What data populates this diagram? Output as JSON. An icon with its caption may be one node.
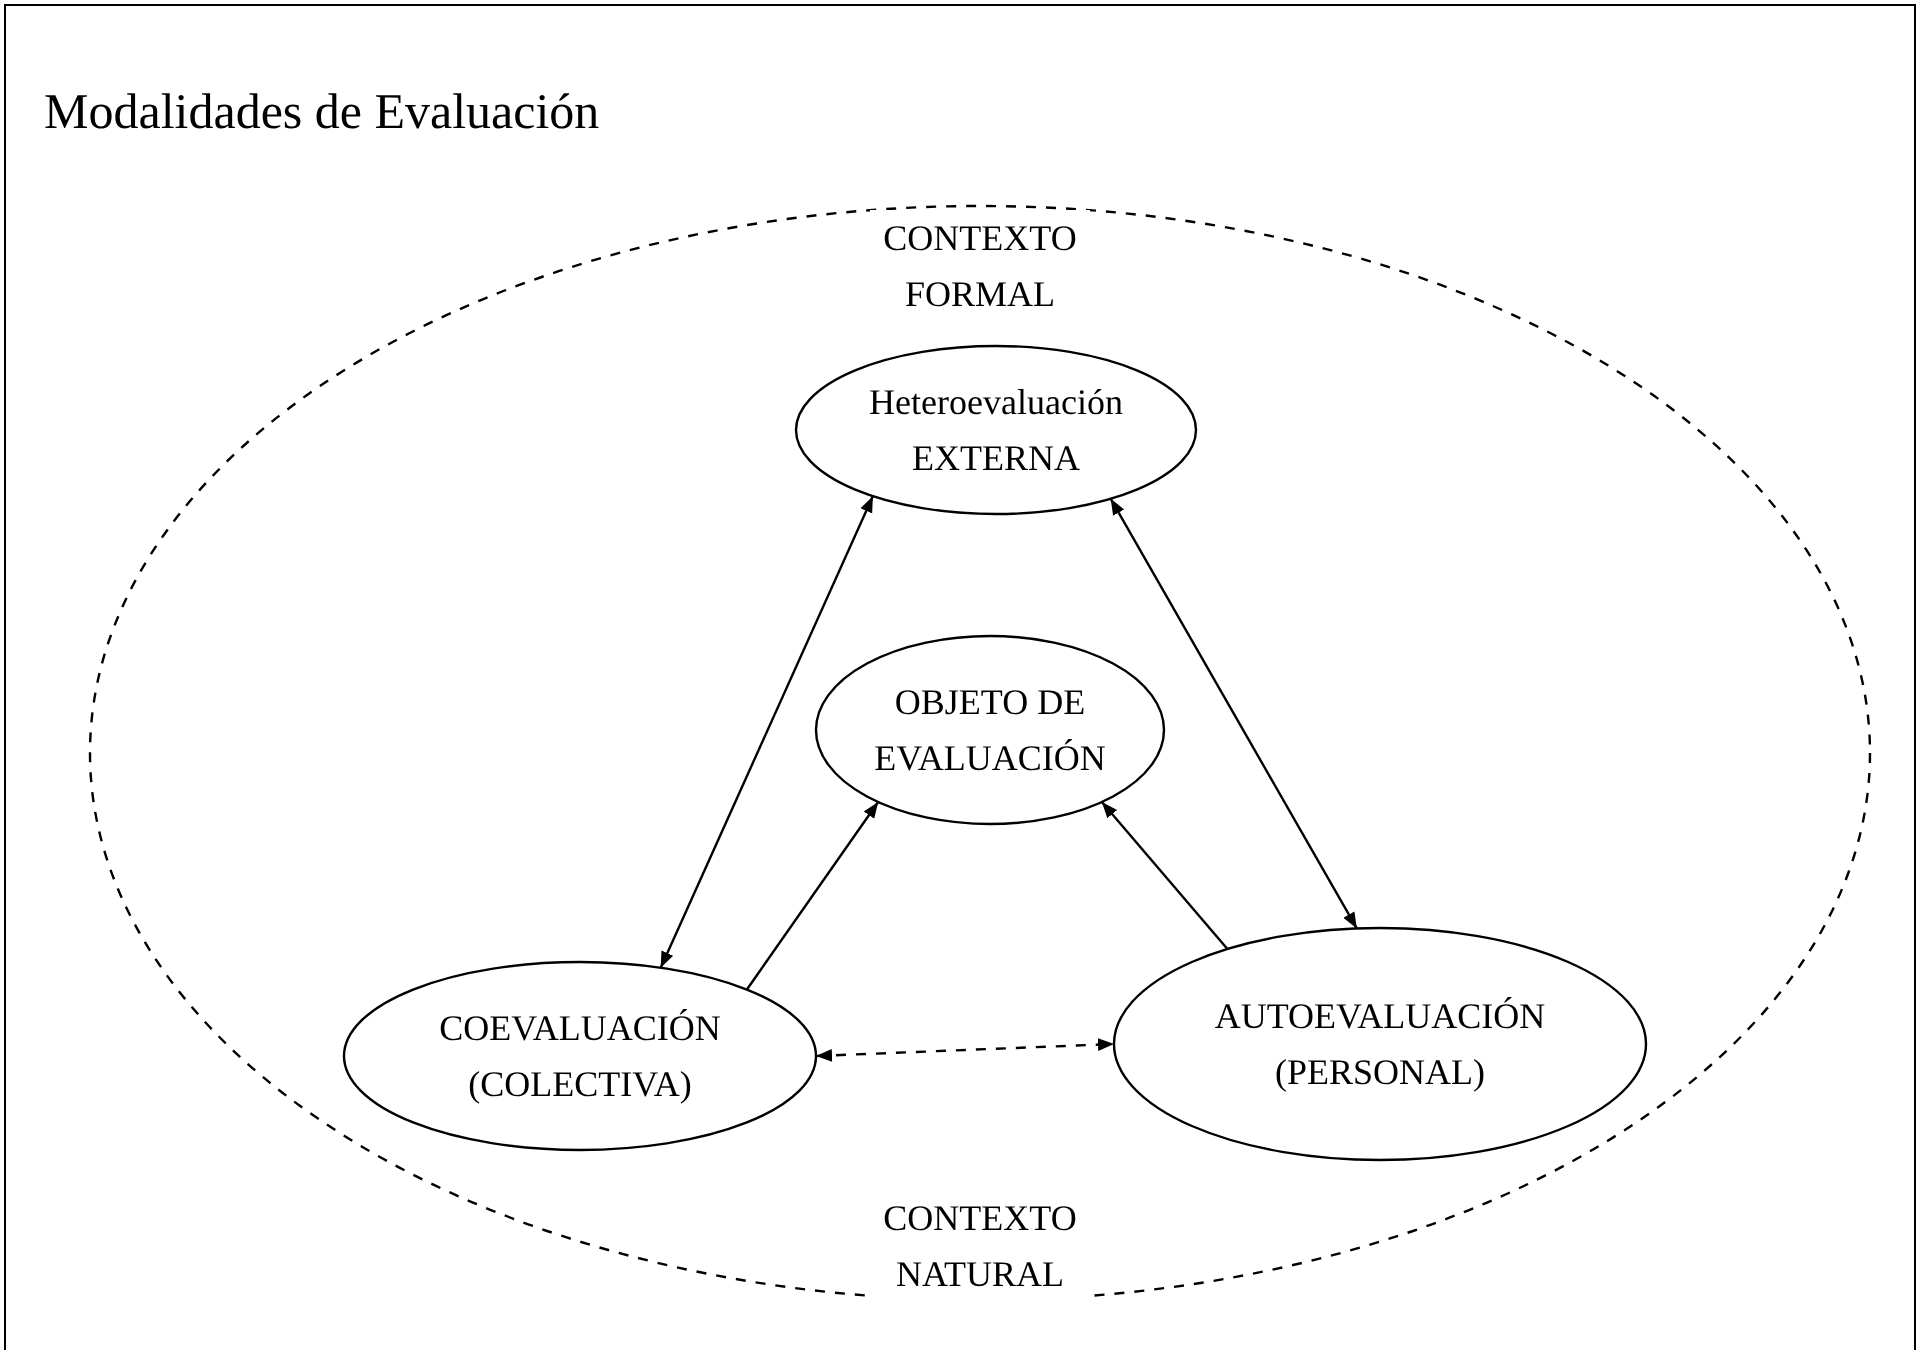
{
  "diagram": {
    "title": "Modalidades de Evaluación",
    "nodes": [
      {
        "text": [
          "CONTEXTO FORMAL",
          "CONTEXTO NATURAL"
        ]
      },
      {
        "text": [
          "Heteroevaluación EXTERNA"
        ],
        "in": 0
      },
      {
        "text": [
          "OBJETO DE EVALUACIÓN"
        ],
        "in": 0
      },
      {
        "text": [
          "COEVALUACIÓN (COLECTIVA)"
        ],
        "in": 0
      },
      {
        "text": [
          "AUTOEVALUACIÓN (PERSONAL)"
        ],
        "in": 0
      }
    ],
    "edges": [
      {
        "from": 1,
        "to": 3,
        "arrow": "both"
      },
      {
        "from": 1,
        "to": 4,
        "arrow": "both"
      },
      {
        "from": 3,
        "to": 2,
        "arrow": "to"
      },
      {
        "from": 4,
        "to": 2,
        "arrow": "to"
      },
      {
        "from": 3,
        "to": 4,
        "arrow": "both",
        "style": "dashed"
      }
    ]
  }
}
